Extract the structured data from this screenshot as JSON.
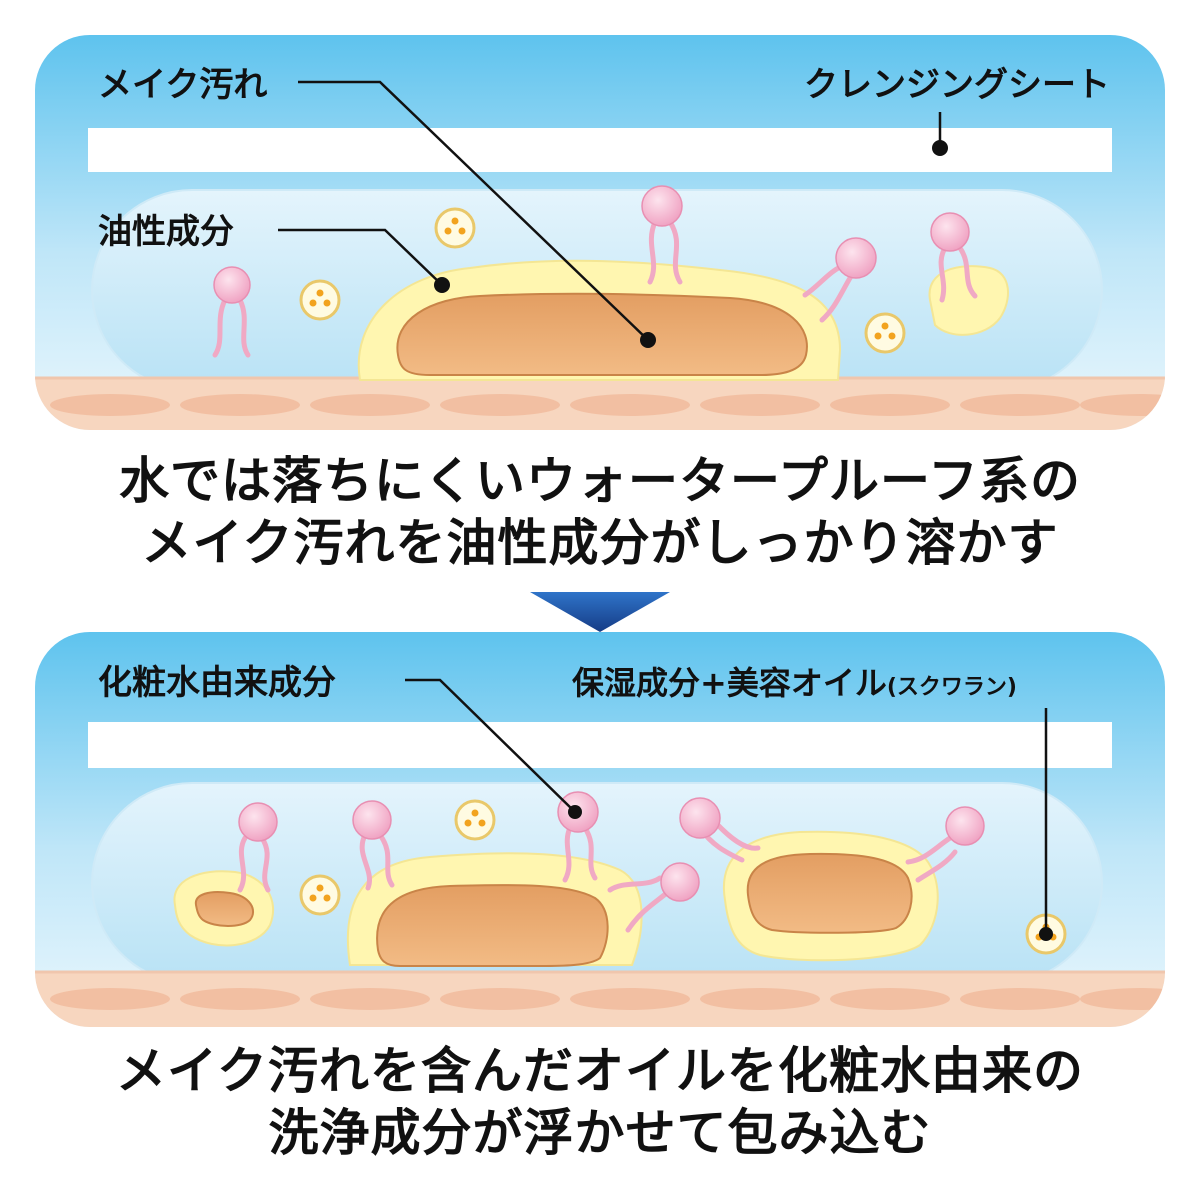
{
  "top_panel": {
    "makeup_dirt_label": "メイク汚れ",
    "sheet_label": "クレンジングシート",
    "oil_component_label": "油性成分"
  },
  "caption1": {
    "line1": "水では落ちにくいウォータープルーフ系の",
    "line2": "メイク汚れを油性成分がしっかり溶かす"
  },
  "bottom_panel": {
    "toner_component_label": "化粧水由来成分",
    "moisture_label": "保湿成分+美容オイル",
    "moisture_sub": "(スクワラン)"
  },
  "caption2": {
    "line1": "メイク汚れを含んだオイルを化粧水由来の",
    "line2": "洗浄成分が浮かせて包み込む"
  },
  "colors": {
    "sky_top": "#5ec3ee",
    "sky_bottom": "#eaf7fd",
    "makeup": "#e8a060",
    "oil": "#fff6b0",
    "surfactant": "#f2aeca",
    "skin": "#f7d6bf",
    "arrow": "#1e4fa0"
  }
}
